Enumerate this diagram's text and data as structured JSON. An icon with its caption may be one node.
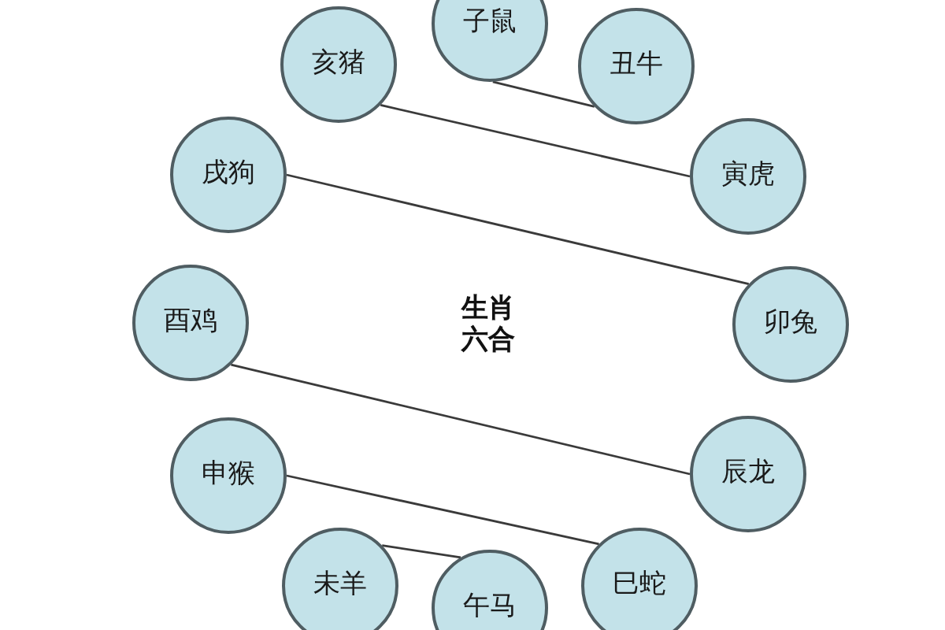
{
  "diagram": {
    "title": "生肖六合",
    "nodes": [
      {
        "text": [
          "子鼠"
        ]
      },
      {
        "text": [
          "丑牛"
        ]
      },
      {
        "text": [
          "亥猪"
        ]
      },
      {
        "text": [
          "寅虎"
        ]
      },
      {
        "text": [
          "戌狗"
        ]
      },
      {
        "text": [
          "卯兔"
        ]
      },
      {
        "text": [
          "酉鸡"
        ]
      },
      {
        "text": [
          "辰龙"
        ]
      },
      {
        "text": [
          "申猴"
        ]
      },
      {
        "text": [
          "巳蛇"
        ]
      },
      {
        "text": [
          "未羊"
        ]
      },
      {
        "text": [
          "午马"
        ]
      }
    ],
    "edges": [
      {
        "from": 0,
        "to": 1,
        "arrow": "none"
      },
      {
        "from": 2,
        "to": 3,
        "arrow": "none"
      },
      {
        "from": 4,
        "to": 5,
        "arrow": "none"
      },
      {
        "from": 6,
        "to": 7,
        "arrow": "none"
      },
      {
        "from": 8,
        "to": 9,
        "arrow": "none"
      },
      {
        "from": 10,
        "to": 11,
        "arrow": "none"
      }
    ]
  }
}
